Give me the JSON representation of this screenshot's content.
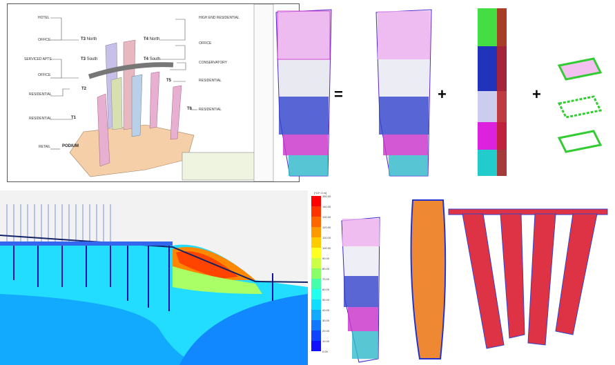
{
  "drawing": {
    "left_labels": [
      "HOTEL",
      "OFFICE",
      "SERVICED APTS",
      "OFFICE",
      "RESIDENTIAL",
      "RESIDENTIAL",
      "RETAIL"
    ],
    "right_labels": [
      "HIGH END RESIDENTIAL",
      "OFFICE",
      "CONSERVATORY",
      "RESIDENTIAL",
      "RESIDENTIAL"
    ],
    "towers": {
      "t3n": "T3",
      "t3n_suffix": "North",
      "t3s": "T3",
      "t3s_suffix": "South",
      "t4n": "T4",
      "t4n_suffix": "North",
      "t4s": "T4",
      "t4s_suffix": "South",
      "t2": "T2",
      "t1": "T1",
      "t5": "T5",
      "t6": "T6",
      "podium": "PODIUM"
    }
  },
  "operators": [
    "=",
    "+",
    "+"
  ],
  "contour": {
    "unit": "[*10^-3 m]",
    "legend_values": [
      "150.00",
      "140.00",
      "130.00",
      "120.00",
      "110.00",
      "100.00",
      "90.00",
      "80.00",
      "70.00",
      "60.00",
      "50.00",
      "40.00",
      "30.00",
      "20.00",
      "10.00",
      "0.00"
    ],
    "legend_colors": [
      "#ff0000",
      "#ff3300",
      "#ff6600",
      "#ff9900",
      "#ffcc00",
      "#ffff22",
      "#ccff44",
      "#88ff66",
      "#44ffaa",
      "#22ffee",
      "#11ddff",
      "#11aaff",
      "#1177ff",
      "#1144ff",
      "#1111ff"
    ]
  }
}
